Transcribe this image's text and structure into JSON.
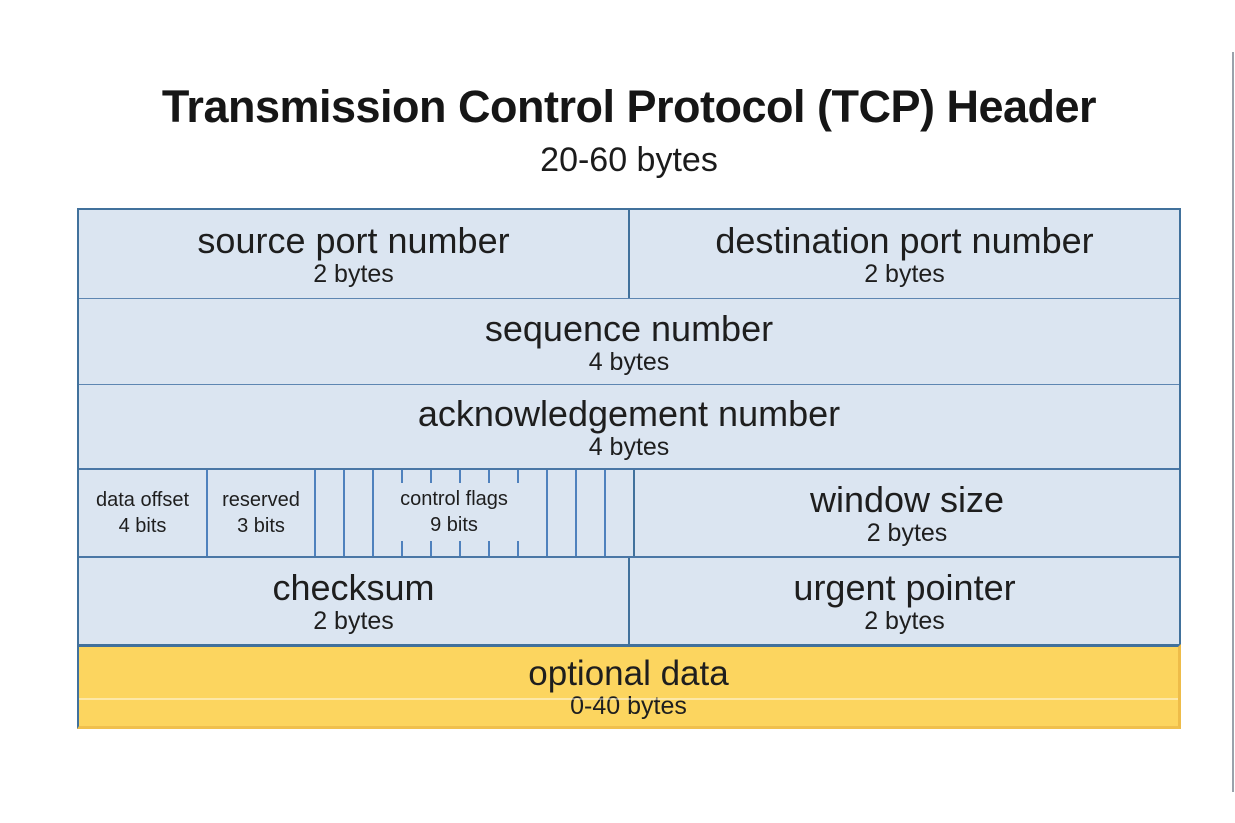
{
  "title": "Transmission Control Protocol (TCP) Header",
  "subtitle": "20-60 bytes",
  "fields": {
    "source_port": {
      "label": "source port number",
      "size": "2 bytes"
    },
    "destination_port": {
      "label": "destination port number",
      "size": "2 bytes"
    },
    "sequence_number": {
      "label": "sequence number",
      "size": "4 bytes"
    },
    "acknowledgement_number": {
      "label": "acknowledgement number",
      "size": "4 bytes"
    },
    "data_offset": {
      "label": "data offset",
      "size": "4 bits"
    },
    "reserved": {
      "label": "reserved",
      "size": "3 bits"
    },
    "control_flags": {
      "label": "control flags",
      "size": "9 bits"
    },
    "window_size": {
      "label": "window size",
      "size": "2 bytes"
    },
    "checksum": {
      "label": "checksum",
      "size": "2 bytes"
    },
    "urgent_pointer": {
      "label": "urgent pointer",
      "size": "2 bytes"
    },
    "optional_data": {
      "label": "optional data",
      "size": "0-40 bytes"
    }
  },
  "colors": {
    "field_fill": "#dbe5f1",
    "border_accent": "#41719c",
    "thin_divider": "#4f81bd",
    "optional_fill": "#fcd55f",
    "optional_edge": "#eebc49",
    "text": "#1e1e1e"
  }
}
